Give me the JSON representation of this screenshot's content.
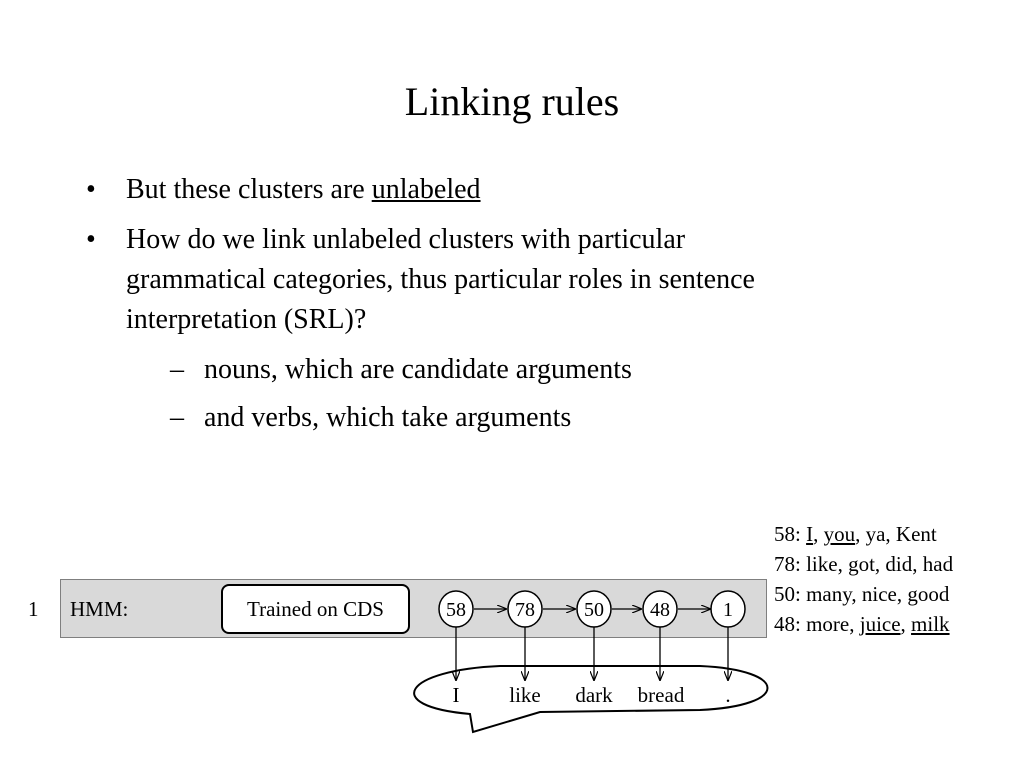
{
  "slide": {
    "title": "Linking rules",
    "bullets": [
      {
        "prefix": "But these clusters are ",
        "emph": "unlabeled"
      },
      {
        "line1": "How do we link unlabeled clusters with particular",
        "line2": "grammatical categories, thus particular roles in sentence",
        "line3": "interpretation (SRL)?"
      }
    ],
    "subbullets": [
      "nouns, which are candidate arguments",
      "and verbs, which take arguments"
    ],
    "bullet_marker": "•",
    "dash_marker": "–"
  },
  "clusters": {
    "c58": {
      "prefix": "58: ",
      "w1": "I",
      "sep1": ", ",
      "w2": "you",
      "rest": ", ya, Kent"
    },
    "c78": "78: like, got, did, had",
    "c50": "50: many, nice, good",
    "c48": {
      "prefix": "48: more, ",
      "w1": "juice",
      "sep": ", ",
      "w2": "milk"
    }
  },
  "diagram": {
    "row_number": "1",
    "hmm_label": "HMM:",
    "trained_label": "Trained on CDS",
    "nodes": [
      "58",
      "78",
      "50",
      "48",
      "1"
    ],
    "words": [
      "I",
      "like",
      "dark",
      "bread",
      "."
    ]
  }
}
